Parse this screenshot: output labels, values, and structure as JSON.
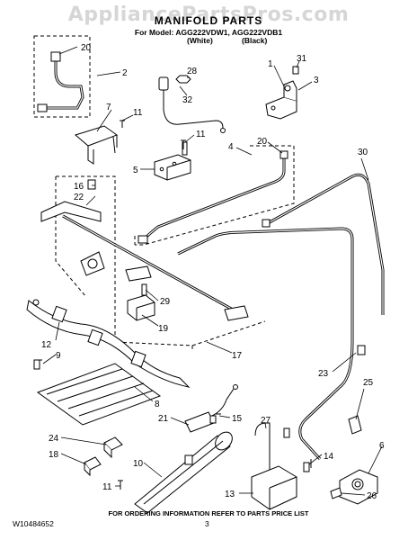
{
  "watermark": "AppliancePartsPros.com",
  "header": {
    "title": "MANIFOLD PARTS",
    "model_line": "For Model: AGG222VDW1, AGG222VDB1",
    "variant_white": "(White)",
    "variant_black": "(Black)"
  },
  "footer": {
    "note": "FOR ORDERING INFORMATION REFER TO PARTS PRICE LIST",
    "doc_number": "W10484652",
    "page_number": "3"
  },
  "callouts": [
    "20",
    "2",
    "28",
    "32",
    "1",
    "31",
    "3",
    "7",
    "11",
    "11",
    "5",
    "4",
    "20",
    "30",
    "16",
    "22",
    "29",
    "19",
    "17",
    "12",
    "9",
    "8",
    "21",
    "15",
    "23",
    "25",
    "27",
    "24",
    "18",
    "14",
    "6",
    "10",
    "11",
    "13",
    "26"
  ]
}
